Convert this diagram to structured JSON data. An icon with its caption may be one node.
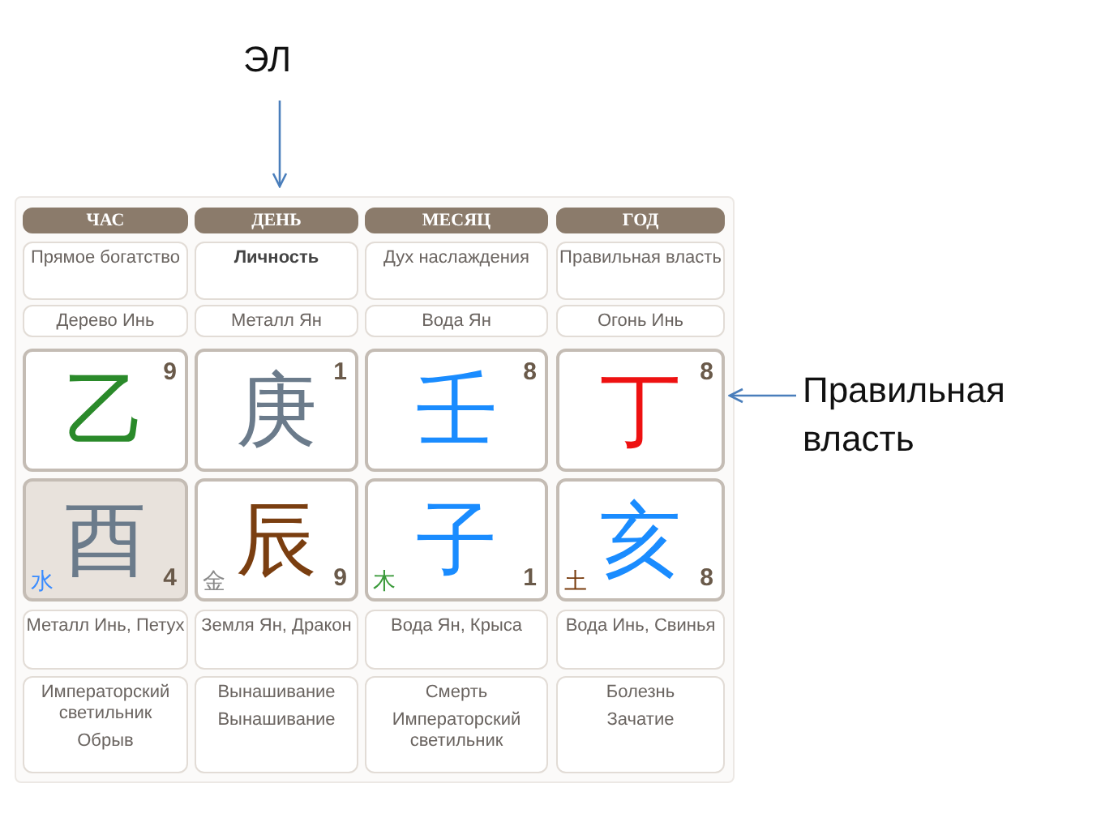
{
  "diagram": {
    "nodes": [
      {
        "text": [
          "ЭЛ"
        ]
      },
      {
        "text": [
          "Правильная власть"
        ]
      },
      {
        "text": [],
        "shape": "box"
      },
      {
        "text": [
          "ЧАС"
        ],
        "in": 2
      },
      {
        "text": [
          "ДЕНЬ"
        ],
        "in": 2
      },
      {
        "text": [
          "МЕСЯЦ"
        ],
        "in": 2
      },
      {
        "text": [
          "ГОД"
        ],
        "in": 2
      },
      {
        "text": [
          "Прямое богатство"
        ],
        "in": 2
      },
      {
        "text": [
          "Личность"
        ],
        "in": 2
      },
      {
        "text": [
          "Дух наслаждения"
        ],
        "in": 2
      },
      {
        "text": [
          "Правильная власть"
        ],
        "in": 2
      },
      {
        "text": [
          "Дерево Инь"
        ],
        "in": 2
      },
      {
        "text": [
          "Металл Ян"
        ],
        "in": 2
      },
      {
        "text": [
          "Вода Ян"
        ],
        "in": 2
      },
      {
        "text": [
          "Огонь Инь"
        ],
        "in": 2
      },
      {
        "text": [
          "乙",
          "9"
        ],
        "in": 2
      },
      {
        "text": [
          "庚",
          "1"
        ],
        "in": 2
      },
      {
        "text": [
          "壬",
          "8"
        ],
        "in": 2
      },
      {
        "text": [
          "丁",
          "8"
        ],
        "in": 2
      },
      {
        "text": [
          "酉",
          "水",
          "4"
        ],
        "in": 2
      },
      {
        "text": [
          "辰",
          "金",
          "9"
        ],
        "in": 2
      },
      {
        "text": [
          "子",
          "木",
          "1"
        ],
        "in": 2
      },
      {
        "text": [
          "亥",
          "土",
          "8"
        ],
        "in": 2
      },
      {
        "text": [
          "Металл Инь, Петух"
        ],
        "in": 2
      },
      {
        "text": [
          "Земля Ян, Дракон"
        ],
        "in": 2
      },
      {
        "text": [
          "Вода Ян, Крыса"
        ],
        "in": 2
      },
      {
        "text": [
          "Вода Инь, Свинья"
        ],
        "in": 2
      },
      {
        "text": [
          "Императорский светильник",
          "Обрыв"
        ],
        "in": 2
      },
      {
        "text": [
          "Вынашивание",
          "Вынашивание"
        ],
        "in": 2
      },
      {
        "text": [
          "Смерть",
          "Императорский светильник"
        ],
        "in": 2
      },
      {
        "text": [
          "Болезнь",
          "Зачатие"
        ],
        "in": 2
      }
    ],
    "edges": [
      {
        "from": 0,
        "to": 4,
        "arrow": "to"
      },
      {
        "from": 1,
        "to": 18,
        "arrow": "to"
      }
    ]
  }
}
